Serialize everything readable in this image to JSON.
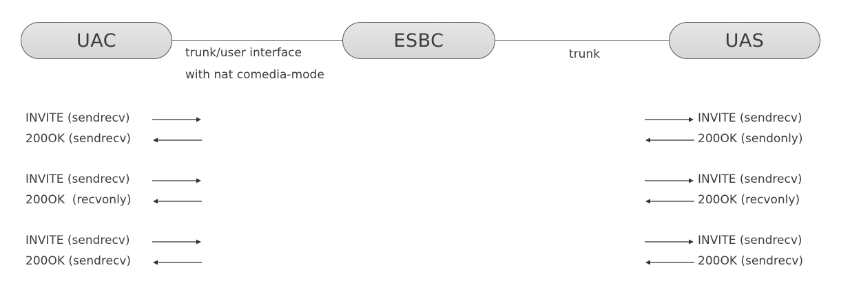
{
  "nodes": {
    "uac": "UAC",
    "esbc": "ESBC",
    "uas": "UAS"
  },
  "links": {
    "uac_esbc_line1": "trunk/user interface",
    "uac_esbc_line2": "with nat comedia-mode",
    "esbc_uas": "trunk"
  },
  "scenarios": [
    {
      "left": {
        "invite": "INVITE (sendrecv)",
        "ok": "200OK (sendrecv)"
      },
      "right": {
        "invite": "INVITE (sendrecv)",
        "ok": "200OK (sendonly)"
      }
    },
    {
      "left": {
        "invite": "INVITE (sendrecv)",
        "ok": "200OK  (recvonly)"
      },
      "right": {
        "invite": "INVITE (sendrecv)",
        "ok": "200OK (recvonly)"
      }
    },
    {
      "left": {
        "invite": "INVITE (sendrecv)",
        "ok": "200OK (sendrecv)"
      },
      "right": {
        "invite": "INVITE (sendrecv)",
        "ok": "200OK (sendrecv)"
      }
    }
  ],
  "colors": {
    "node_fill": "#dedede",
    "line": "#555555",
    "text": "#3c3c3c"
  },
  "icons": {
    "right_arrow": "arrow-right-icon",
    "left_arrow": "arrow-left-icon"
  }
}
